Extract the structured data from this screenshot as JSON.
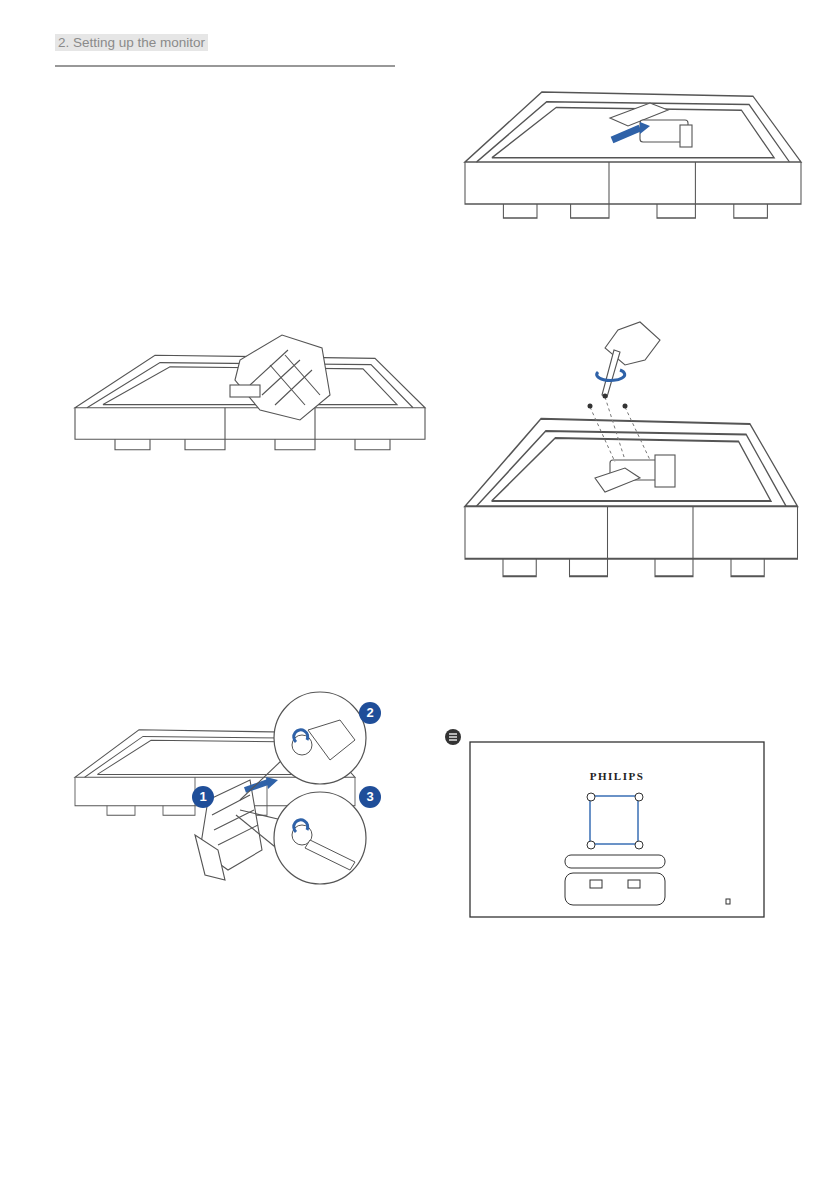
{
  "diagram": {
    "title": "2. Setting up the monitor",
    "labels": [
      "2",
      "1",
      "3",
      "PHILIPS"
    ]
  }
}
